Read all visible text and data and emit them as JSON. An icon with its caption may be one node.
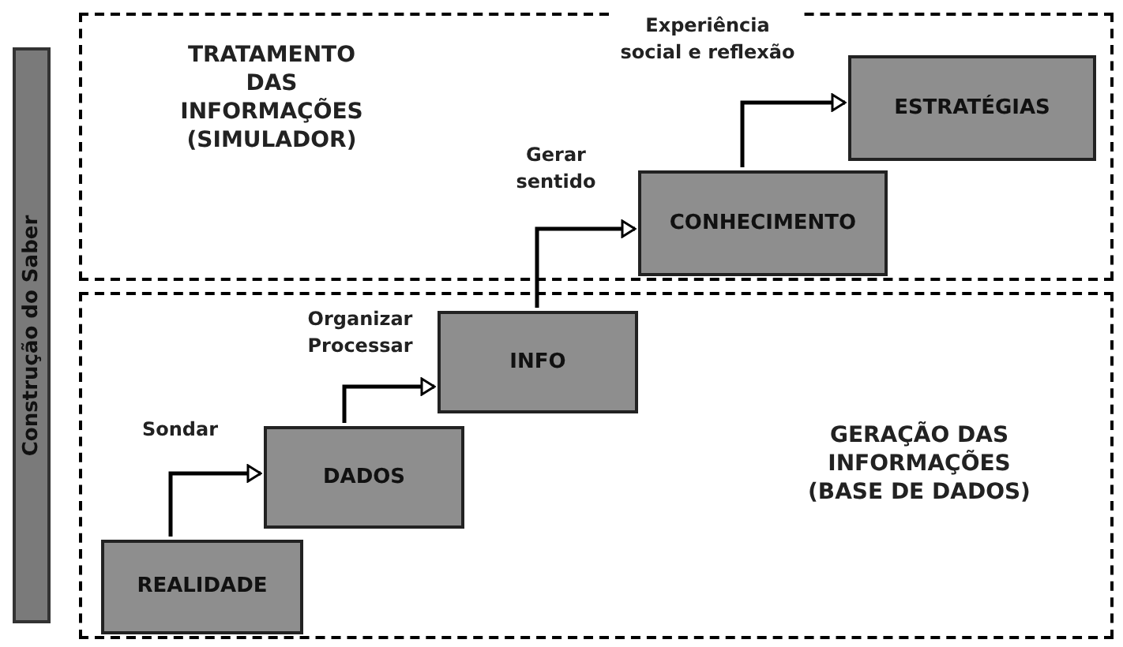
{
  "diagram": {
    "nodes": [
      {
        "text": [
          "TRATAMENTO DAS INFORMAÇÕES (SIMULADOR)"
        ]
      },
      {
        "text": [
          "GERAÇÃO DAS INFORMAÇÕES (BASE DE DADOS)"
        ]
      },
      {
        "text": [
          "Construção do Saber"
        ]
      },
      {
        "text": [
          "REALIDADE"
        ],
        "in": 1
      },
      {
        "text": [
          "DADOS"
        ],
        "in": 1
      },
      {
        "text": [
          "INFO"
        ],
        "in": 1
      },
      {
        "text": [
          "CONHECIMENTO"
        ],
        "in": 0
      },
      {
        "text": [
          "ESTRATÉGIAS"
        ],
        "in": 0
      }
    ],
    "edges": [
      {
        "from": 3,
        "to": 4,
        "arrow": "to",
        "label": "Sondar"
      },
      {
        "from": 4,
        "to": 5,
        "arrow": "to",
        "label": "Organizar Processar"
      },
      {
        "from": 5,
        "to": 6,
        "arrow": "to",
        "label": "Gerar sentido"
      },
      {
        "from": 6,
        "to": 7,
        "arrow": "to",
        "label": "Experiência social e reflexão"
      }
    ]
  }
}
